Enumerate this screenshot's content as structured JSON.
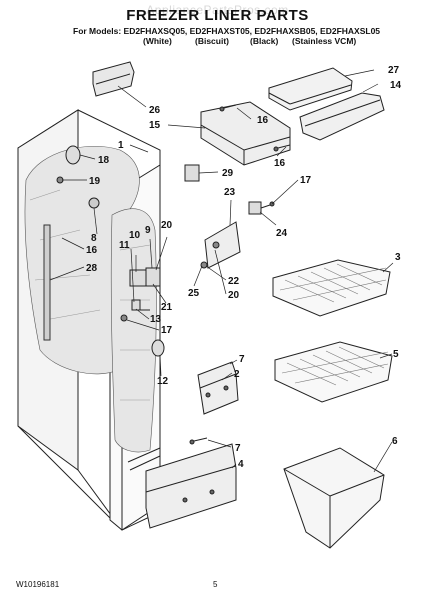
{
  "watermark": "AppliancePartsPros.com",
  "title": "FREEZER LINER PARTS",
  "models_line": "For Models: ED2FHAXSQ05, ED2FHAXST05, ED2FHAXSB05, ED2FHAXSL05",
  "colors": [
    "(White)",
    "(Biscuit)",
    "(Black)",
    "(Stainless VCM)"
  ],
  "callouts": [
    "27",
    "14",
    "26",
    "15",
    "16",
    "1",
    "18",
    "19",
    "8",
    "16",
    "28",
    "16",
    "17",
    "29",
    "23",
    "24",
    "20",
    "9",
    "10",
    "11",
    "22",
    "25",
    "20",
    "21",
    "13",
    "17",
    "12",
    "3",
    "7",
    "2",
    "5",
    "7",
    "4",
    "6"
  ],
  "footer": {
    "doc_number": "W10196181",
    "page_number": "5"
  }
}
